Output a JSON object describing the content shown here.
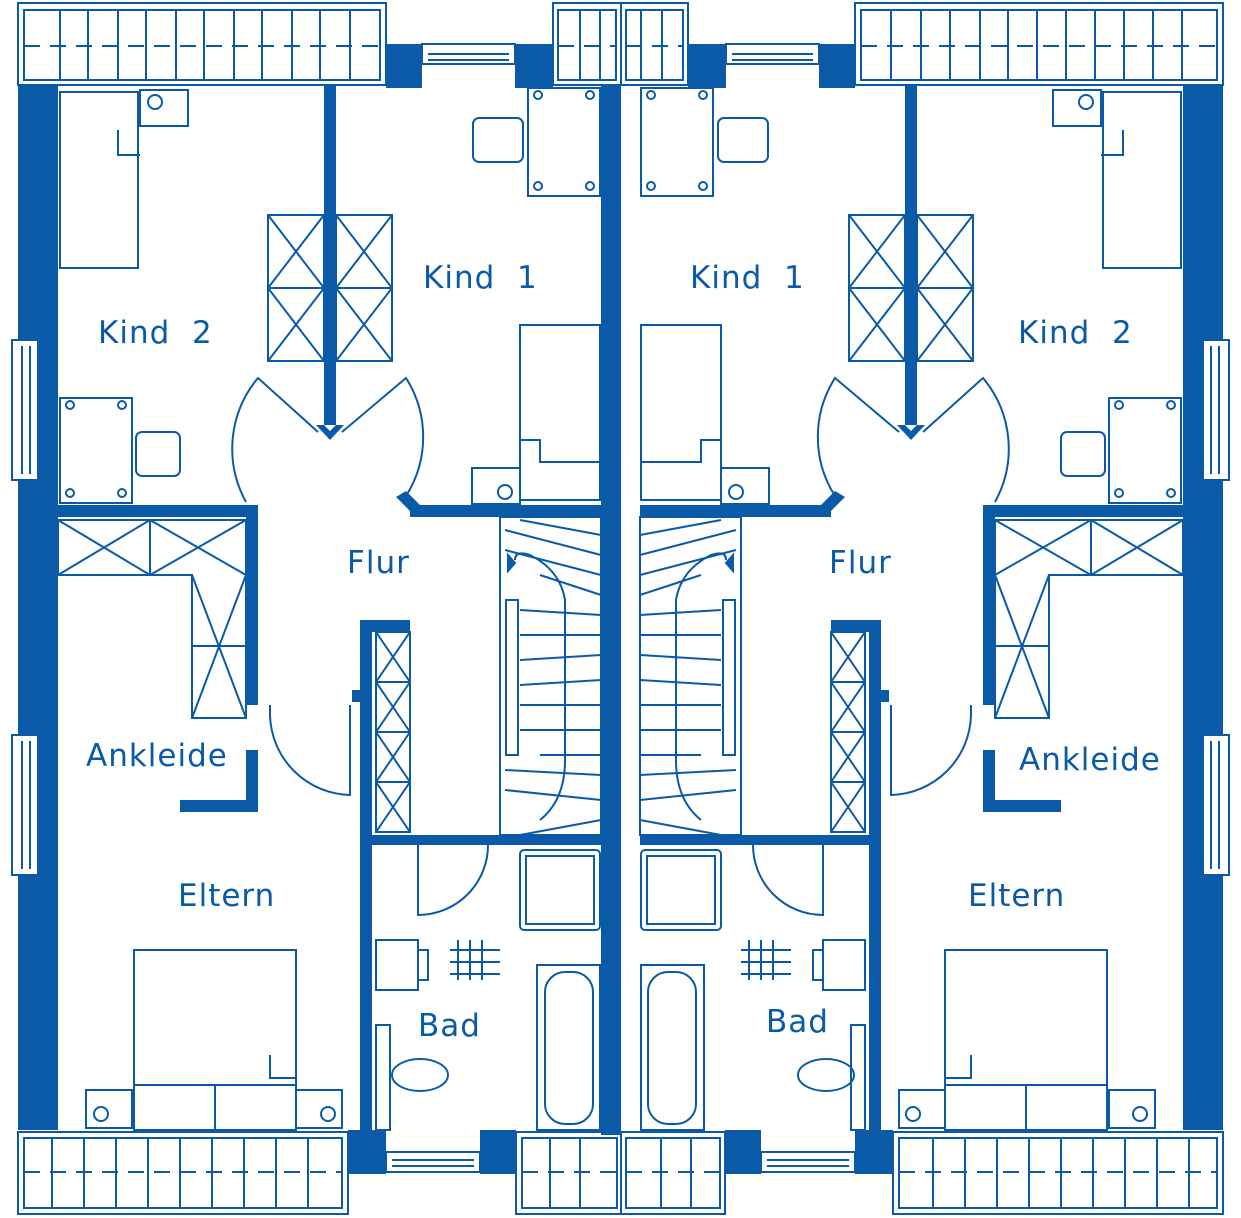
{
  "colors": {
    "ink": "#0a5aa8",
    "background": "#ffffff"
  },
  "rooms": {
    "left": {
      "kind2": "Kind  2",
      "kind1": "Kind  1",
      "flur": "Flur",
      "ankleide": "Ankleide",
      "eltern": "Eltern",
      "bad": "Bad"
    },
    "right": {
      "kind1": "Kind  1",
      "kind2": "Kind  2",
      "flur": "Flur",
      "ankleide": "Ankleide",
      "eltern": "Eltern",
      "bad": "Bad"
    }
  }
}
